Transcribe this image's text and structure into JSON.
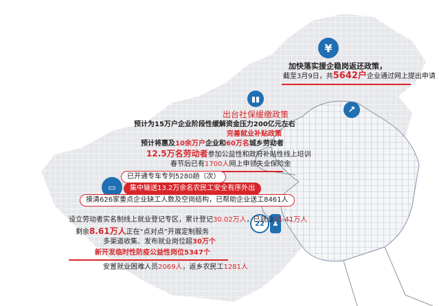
{
  "colors": {
    "red": "#d7262b",
    "blue": "#1f6fb2",
    "map": "#e6e7ea",
    "grid": "#ffffff"
  },
  "icons": [
    "yen-icon",
    "bar-chart-icon",
    "trend-icon",
    "train-icon",
    "person-22-icon",
    "person-icon"
  ],
  "badge_22": "22",
  "section1": {
    "title": "加快落实援企稳岗返还政策，",
    "line_prefix": "截至3月9日，共",
    "line_number": "5642户",
    "line_suffix": "企业通过网上提出申请"
  },
  "section2": {
    "title": "出台社保缓缴政策",
    "line1": "预计为15万户企业阶段性缓解资金压力200亿元左右",
    "line2": "完善就业补贴政策",
    "line3_a": "预计将惠及",
    "line3_b": "10余万户",
    "line3_c": "企业和",
    "line3_d": "60万名",
    "line3_e": "城乡劳动者",
    "line4_a": "12.5万名劳动者",
    "line4_b": "参加公益性和政府补贴性线上培训",
    "line5_a": "春节后已有",
    "line5_b": "1700人",
    "line5_c": "网上申领失业保险金"
  },
  "section3": {
    "pill1": "已开通专车专列5280趟（次）",
    "pill2": "集中输送13.2万余名农民工安全有序外出",
    "pill3": "摸清626家重点企业缺工人数及空岗结构，已帮助企业送工8461人"
  },
  "section4": {
    "line1_a": "设立劳动者实名制线上就业登记专区，累计登记",
    "line1_b": "30.02万人",
    "line1_c": "，已就业",
    "line1_d": "21.41万人",
    "line2_a": "剩余",
    "line2_b": "8.61万人",
    "line2_c": "正在“点对点”开展定制服务",
    "line3_a": "多渠道收集、发布就业岗位超",
    "line3_b": "30万个",
    "line4_a": "新开发临时性防疫公益性岗位",
    "line4_b": "5347个",
    "line5_a": "安置就业困难人员",
    "line5_b": "2069人",
    "line5_c": "，返乡农民工",
    "line5_d": "1281人"
  }
}
